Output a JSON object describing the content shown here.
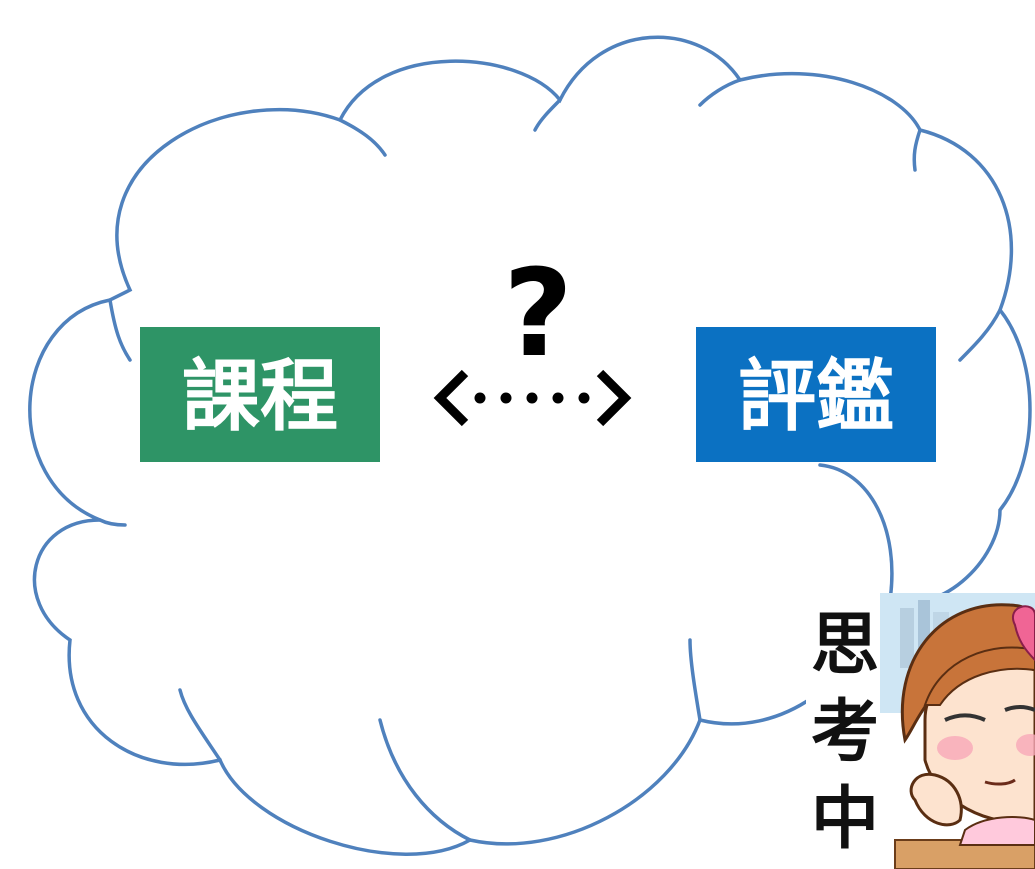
{
  "left_box": {
    "label": "課程",
    "color": "#2e9466"
  },
  "right_box": {
    "label": "評鑑",
    "color": "#0b71c2"
  },
  "relation": {
    "symbol": "?",
    "arrow_glyph": "double-headed-dotted-arrow"
  },
  "cloud": {
    "stroke_color": "#4f81bd",
    "fill": "#ffffff"
  },
  "thinking_badge": {
    "lines": [
      "思",
      "考",
      "中"
    ],
    "character": "thinking-girl-illustration"
  }
}
